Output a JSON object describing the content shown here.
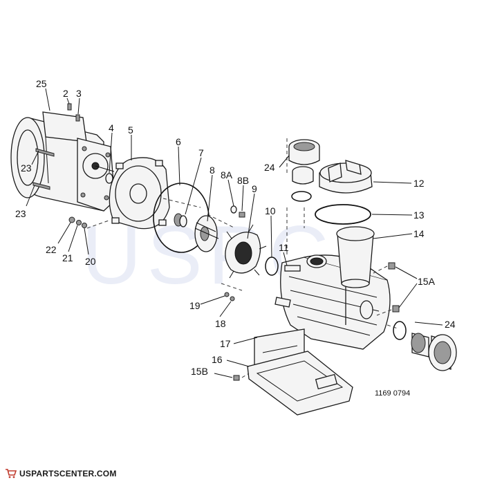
{
  "watermark": "USPC",
  "drawing_code": "1169 0794",
  "footer": {
    "brand": "USPARTSCENTER.COM",
    "icon": "shopping-cart-icon"
  },
  "callouts": {
    "c25": "25",
    "c2": "2",
    "c3": "3",
    "c4": "4",
    "c5": "5",
    "c6": "6",
    "c7": "7",
    "c8": "8",
    "c8a": "8A",
    "c8b": "8B",
    "c9": "9",
    "c10": "10",
    "c11": "11",
    "c12": "12",
    "c13": "13",
    "c14": "14",
    "c15a": "15A",
    "c15b": "15B",
    "c16": "16",
    "c17": "17",
    "c18": "18",
    "c19": "19",
    "c20": "20",
    "c21": "21",
    "c22": "22",
    "c23a": "23",
    "c23b": "23",
    "c24a": "24",
    "c24b": "24"
  }
}
